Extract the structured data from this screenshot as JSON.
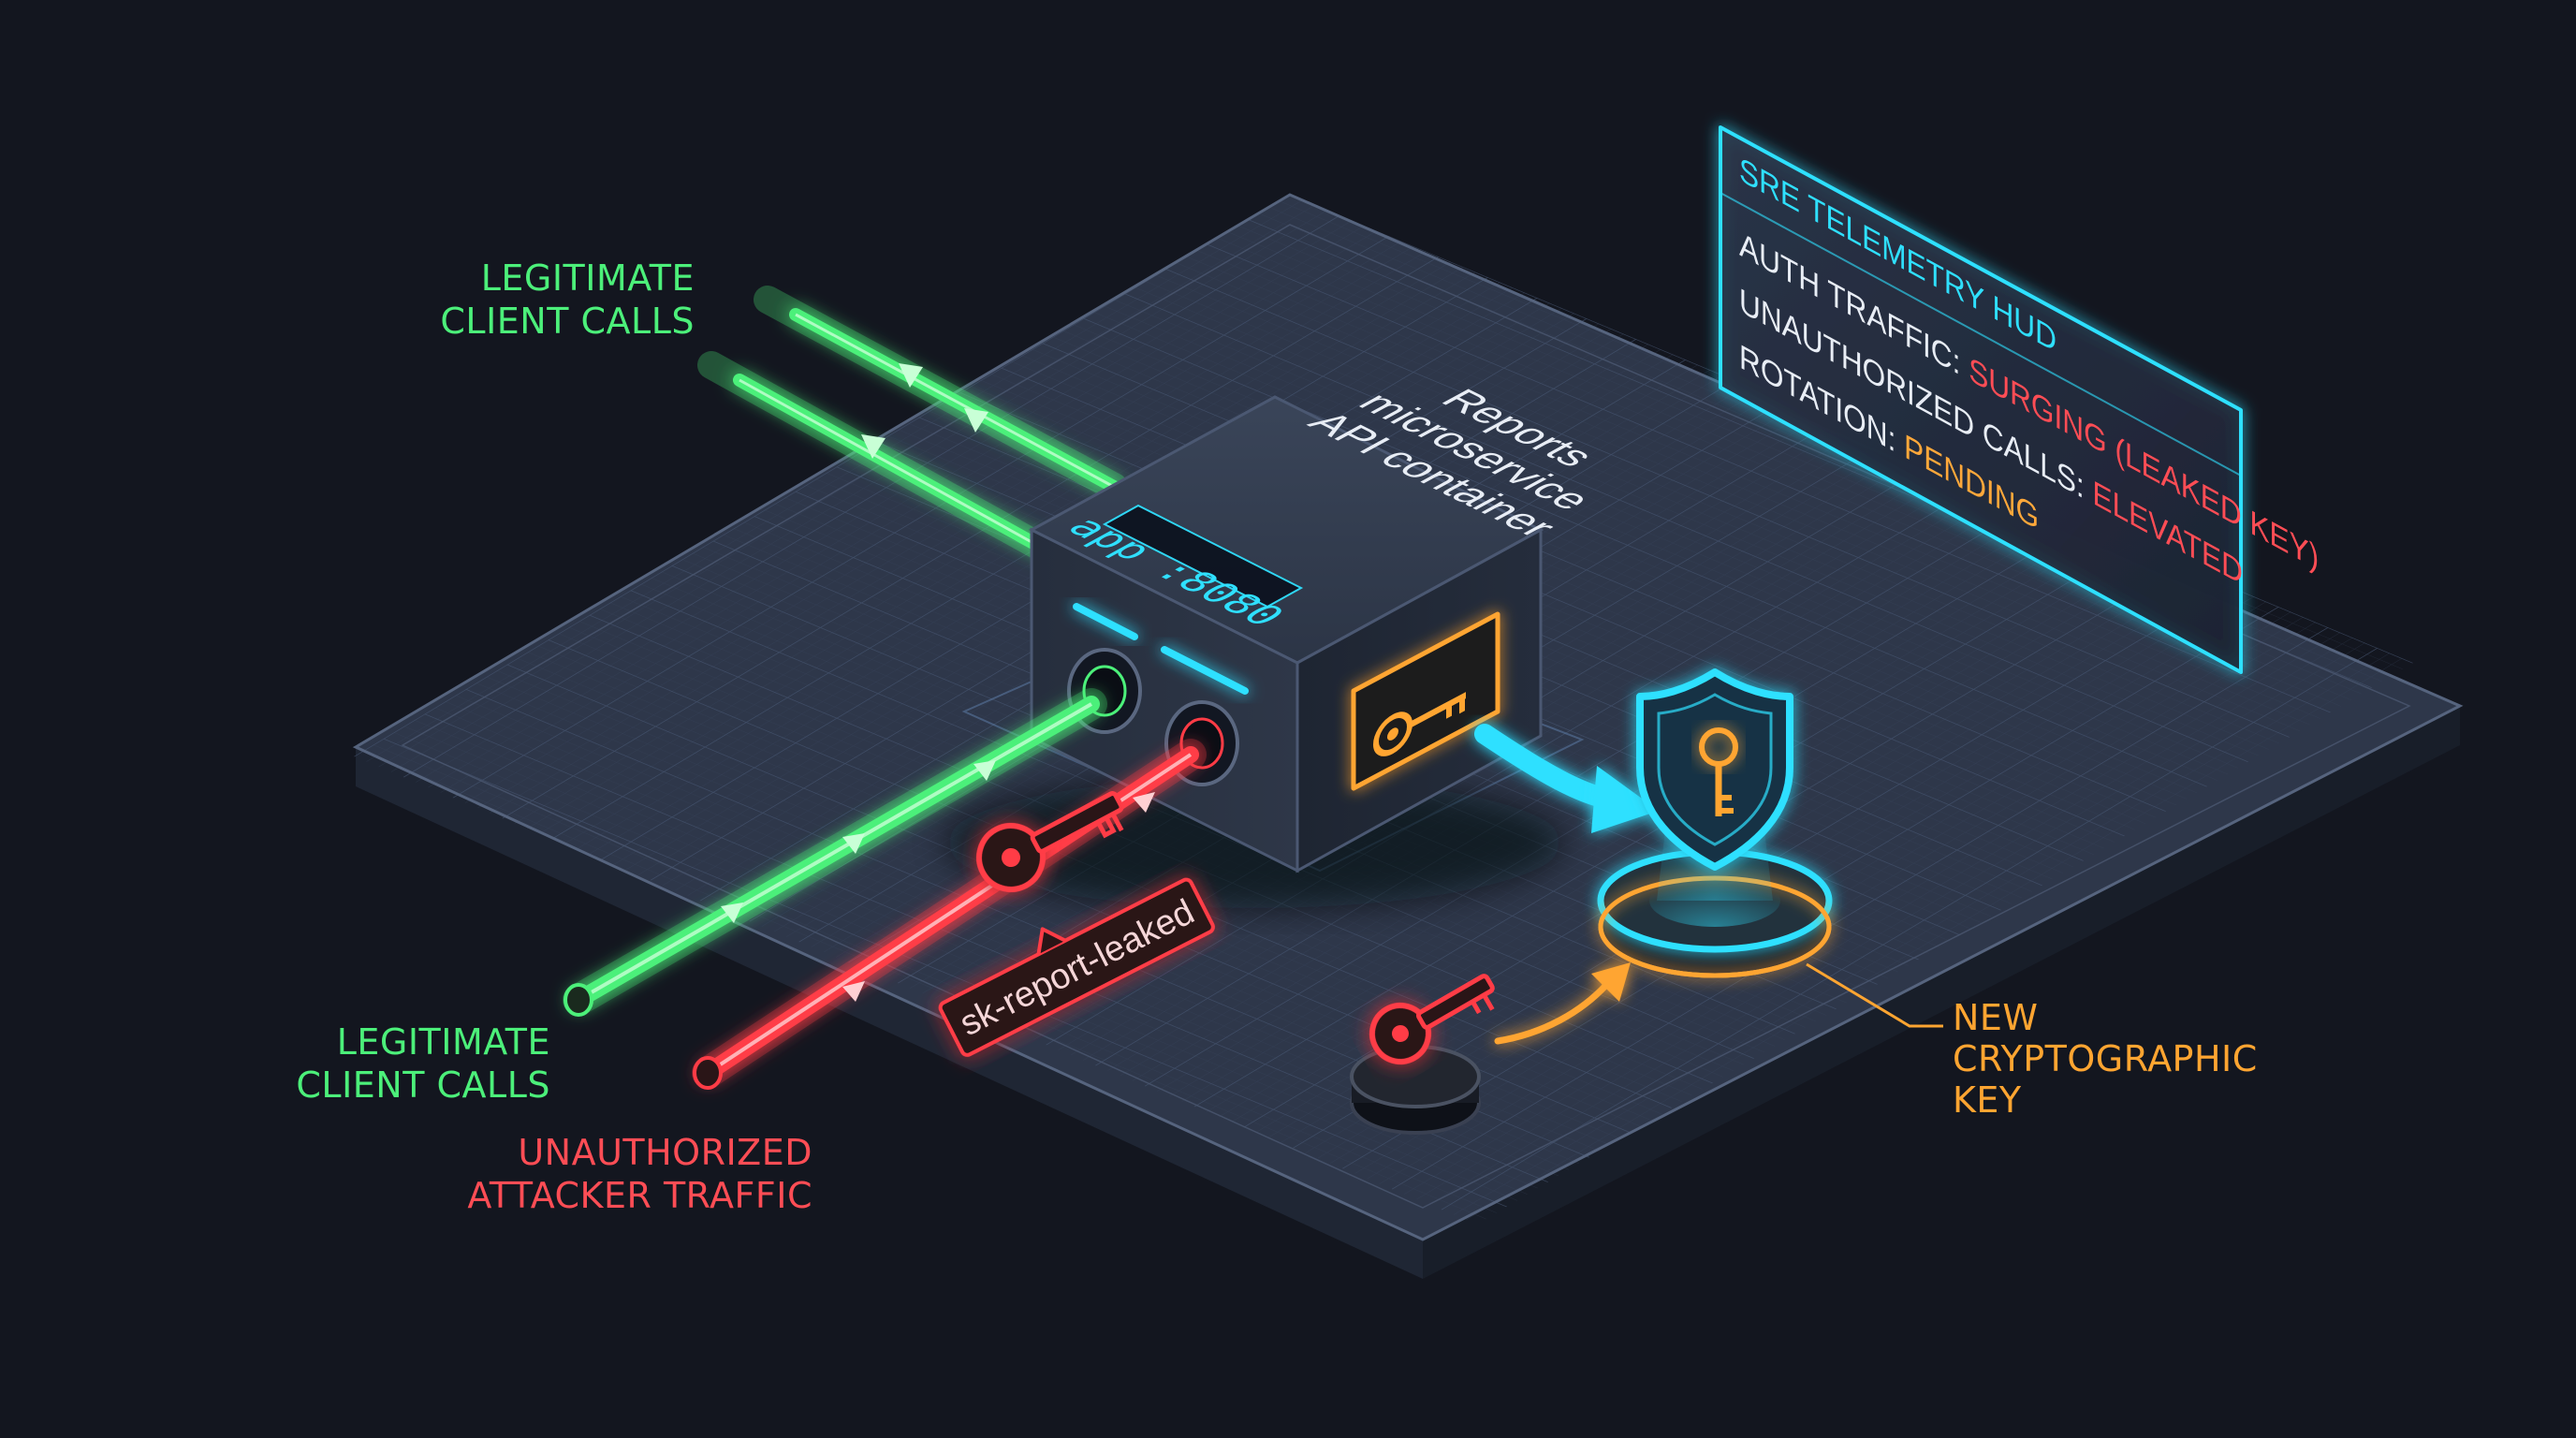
{
  "labels": {
    "legit_top_line1": "LEGITIMATE",
    "legit_top_line2": "CLIENT CALLS",
    "legit_bottom_line1": "LEGITIMATE",
    "legit_bottom_line2": "CLIENT CALLS",
    "attacker_line1": "UNAUTHORIZED",
    "attacker_line2": "ATTACKER TRAFFIC",
    "new_key_line1": "NEW",
    "new_key_line2": "CRYPTOGRAPHIC",
    "new_key_line3": "KEY"
  },
  "container": {
    "name_line1": "Reports",
    "name_line2": "microservice",
    "name_line3": "API container",
    "port_badge": "app :8080"
  },
  "leaked_tag": {
    "text": "sk-report-leaked"
  },
  "hud": {
    "title": "SRE TELEMETRY HUD",
    "rows": [
      {
        "label": "AUTH TRAFFIC: ",
        "value": "SURGING (LEAKED KEY)",
        "color": "#ff4d55"
      },
      {
        "label": "UNAUTHORIZED CALLS: ",
        "value": "ELEVATED",
        "color": "#ff4d55"
      },
      {
        "label": "ROTATION: ",
        "value": "PENDING",
        "color": "#ffa83a"
      }
    ]
  },
  "colors": {
    "legit": "#4cf07a",
    "attacker": "#ff3c46",
    "accent": "#2fe0ff",
    "key": "#ffa531",
    "label_text": "#e8edf5"
  },
  "icons": [
    "key-icon",
    "shield-key-icon",
    "old-key-icon",
    "leaked-key-icon"
  ]
}
